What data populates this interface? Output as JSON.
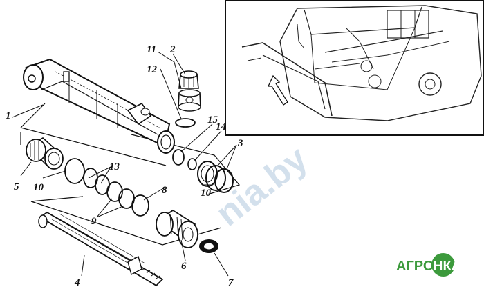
{
  "labels": {
    "p1": "1",
    "p2": "2",
    "p3": "3",
    "p4": "4",
    "p5": "5",
    "p6": "6",
    "p7": "7",
    "p8": "8",
    "p9": "9",
    "p10a": "10",
    "p10b": "10",
    "p11": "11",
    "p12": "12",
    "p13": "13",
    "p14": "14",
    "p15": "15"
  },
  "watermark": "nia.by",
  "logo": {
    "part1": "АГРО",
    "part2": "НКА",
    "color_green": "#3c9a3c",
    "color_white": "#ffffff"
  },
  "colors": {
    "ink": "#111111",
    "watermark": "#9fbcd6"
  }
}
